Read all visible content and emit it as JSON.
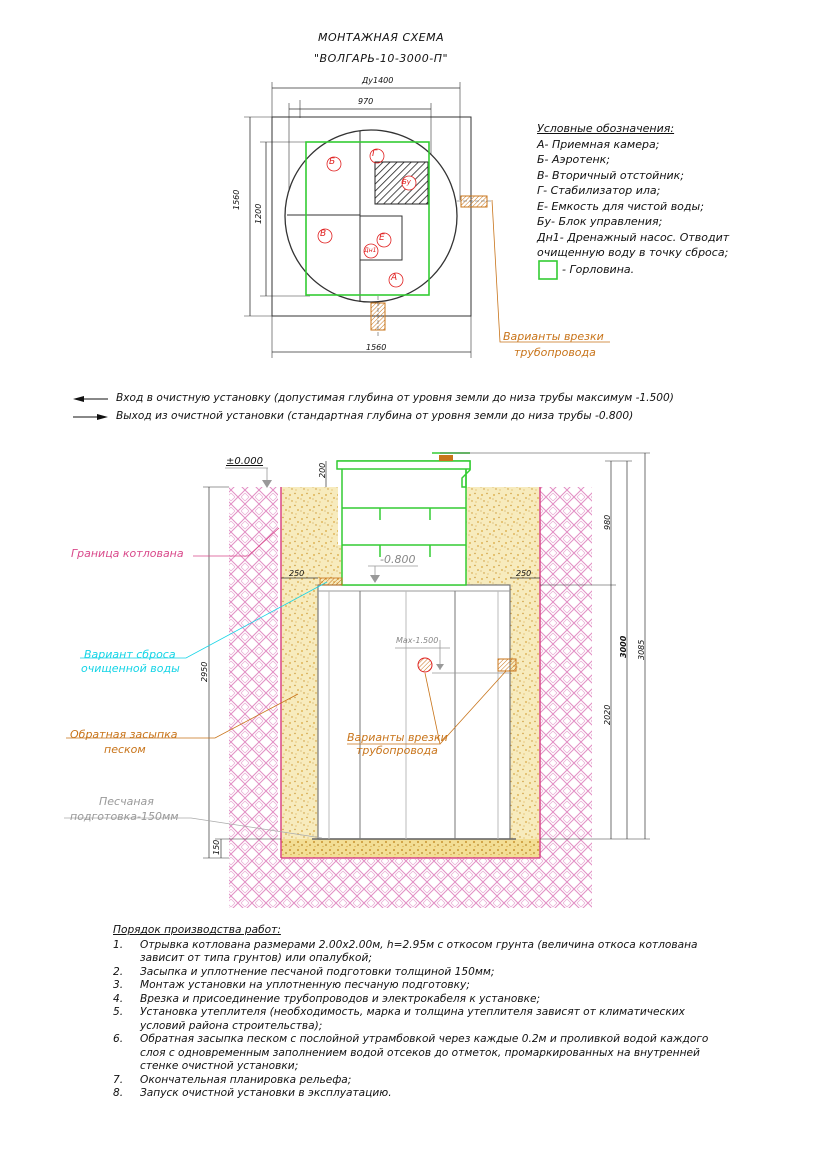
{
  "title": {
    "line1": "МОНТАЖНАЯ СХЕМА",
    "line2": "\"ВОЛГАРЬ-10-3000-П\""
  },
  "plan": {
    "dim_du": "Ду1400",
    "dim_970": "970",
    "dim_1560_left": "1560",
    "dim_1200": "1200",
    "dim_1560_bottom": "1560",
    "labels": {
      "b": "Б",
      "g": "Г",
      "bu": "Бу",
      "v": "В",
      "e": "Е",
      "dn": "Дн1",
      "a": "А"
    },
    "cut_variants_line1": "Варианты врезки",
    "cut_variants_line2": "трубопровода"
  },
  "legend": {
    "header": "Условные обозначения:",
    "items": [
      "А- Приемная камера;",
      "Б- Аэротенк;",
      "В- Вторичный отстойник;",
      "Г- Стабилизатор ила;",
      "Е- Емкость для чистой воды;",
      "Бу- Блок управления;",
      "Дн1- Дренажный насос. Отводит",
      "очищенную воду в точку сброса;"
    ],
    "hatch_label": "- Горловина."
  },
  "flows": {
    "inlet": "Вход в очистную установку (допустимая глубина от уровня земли до низа трубы максимум -1.500)",
    "outlet": "Выход из очистной установки (стандартная глубина от уровня земли до низа трубы -0.800)"
  },
  "section": {
    "ground_level": "±0.000",
    "level_080": "-0.800",
    "max_1500": "Max-1.500",
    "dim_200": "200",
    "dim_250_left": "250",
    "dim_250_right": "250",
    "dim_980": "980",
    "dim_3000": "3000",
    "dim_3085": "3085",
    "dim_2020": "2020",
    "dim_2950": "2950",
    "dim_150": "150",
    "pit_boundary": "Граница котлована",
    "discharge_line1": "Вариант сброса",
    "discharge_line2": "очищенной воды",
    "backfill_line1": "Обратная засыпка",
    "backfill_line2": "песком",
    "sand_line1": "Песчаная",
    "sand_line2": "подготовка-150мм",
    "cut_line1": "Варианты врезки",
    "cut_line2": "трубопровода"
  },
  "procedure": {
    "header": "Порядок производства работ:",
    "steps": [
      {
        "num": "1.",
        "lines": [
          "Отрывка котлована размерами 2.00х2.00м, h=2.95м с откосом грунта (величина откоса котлована",
          "зависит от типа грунтов) или опалубкой;"
        ]
      },
      {
        "num": "2.",
        "lines": [
          "Засыпка и уплотнение песчаной подготовки толщиной 150мм;"
        ]
      },
      {
        "num": "3.",
        "lines": [
          "Монтаж установки на уплотненную песчаную подготовку;"
        ]
      },
      {
        "num": "4.",
        "lines": [
          "Врезка и присоединение трубопроводов и электрокабеля к установке;"
        ]
      },
      {
        "num": "5.",
        "lines": [
          "Установка утеплителя (необходимость, марка и толщина утеплителя зависят от климатических",
          "условий района строительства);"
        ]
      },
      {
        "num": "6.",
        "lines": [
          "Обратная засыпка песком с послойной утрамбовкой через каждые 0.2м и проливкой водой каждого",
          "слоя с одновременным заполнением водой отсеков до отметок, промаркированных на внутренней",
          "стенке очистной установки;"
        ]
      },
      {
        "num": "7.",
        "lines": [
          "Окончательная планировка рельефа;"
        ]
      },
      {
        "num": "8.",
        "lines": [
          "Запуск очистной установки в эксплуатацию."
        ]
      }
    ]
  },
  "colors": {
    "neck_green": "#33cc33",
    "label_red": "#e02020",
    "orange": "#c8741a",
    "pink": "#d9488a",
    "cyan": "#15d4e6",
    "sand": "#f5e7b0",
    "soil_pink": "#e79ccc"
  }
}
